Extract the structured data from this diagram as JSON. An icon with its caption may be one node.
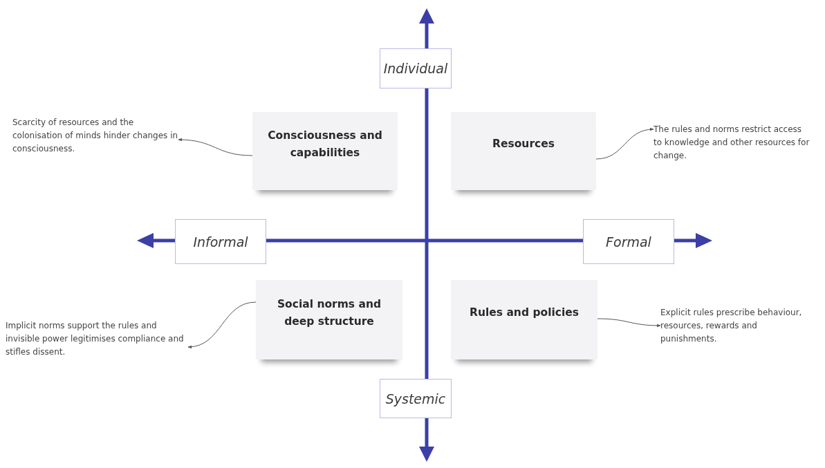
{
  "diagram": {
    "nodes": [
      {
        "text": [
          "Individual"
        ]
      },
      {
        "text": [
          "Scarcity of resources and the colonisation of minds hinder changes in consciousness."
        ]
      },
      {
        "text": [
          "Consciousness and capabilities"
        ]
      },
      {
        "text": [
          "Resources"
        ]
      },
      {
        "text": [
          "The rules and norms restrict access to knowledge and other resources for change."
        ]
      },
      {
        "text": [
          "Informal"
        ]
      },
      {
        "text": [
          "Formal"
        ]
      },
      {
        "text": [
          "Implicit norms support the rules and invisible power legitimises compliance and stifles dissent."
        ]
      },
      {
        "text": [
          "Social norms and deep structure"
        ]
      },
      {
        "text": [
          "Rules and policies"
        ]
      },
      {
        "text": [
          "Explicit rules prescribe behaviour, resources, rewards and punishments."
        ]
      },
      {
        "text": [
          "Systemic"
        ]
      }
    ],
    "edges": [
      {
        "from": 2,
        "to": 1,
        "arrow": "to"
      },
      {
        "from": 3,
        "to": 4,
        "arrow": "to"
      },
      {
        "from": 8,
        "to": 7,
        "arrow": "to"
      },
      {
        "from": 9,
        "to": 10,
        "arrow": "to"
      }
    ]
  }
}
